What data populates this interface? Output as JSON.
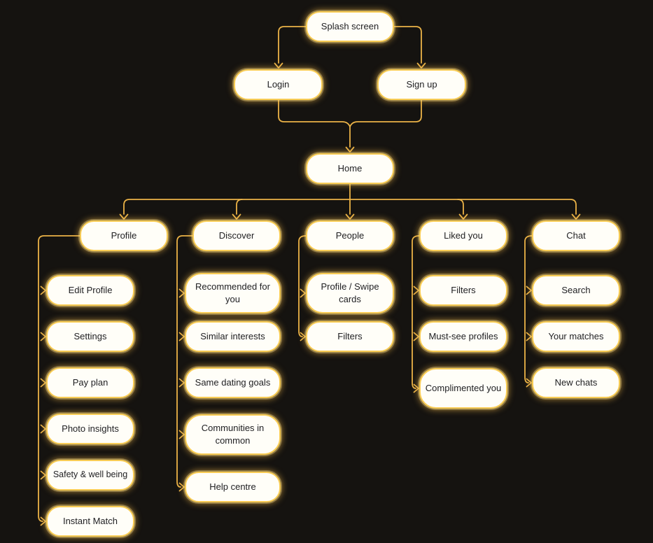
{
  "colors": {
    "background": "#151310",
    "connector": "#EBB347",
    "node_fill": "#FFFEF8",
    "node_border": "#F8CC55",
    "node_text": "#212124"
  },
  "nodes": {
    "splash_screen": {
      "label": "Splash screen"
    },
    "login": {
      "label": "Login"
    },
    "sign_up": {
      "label": "Sign up"
    },
    "home": {
      "label": "Home"
    },
    "profile": {
      "label": "Profile"
    },
    "discover": {
      "label": "Discover"
    },
    "people": {
      "label": "People"
    },
    "liked_you": {
      "label": "Liked you"
    },
    "chat": {
      "label": "Chat"
    },
    "edit_profile": {
      "label": "Edit Profile"
    },
    "settings": {
      "label": "Settings"
    },
    "pay_plan": {
      "label": "Pay plan"
    },
    "photo_insights": {
      "label": "Photo insights"
    },
    "safety_well_being": {
      "label": "Safety & well being"
    },
    "instant_match": {
      "label": "Instant Match"
    },
    "recommended_for_you": {
      "label": "Recommended for you"
    },
    "similar_interests": {
      "label": "Similar interests"
    },
    "same_dating_goals": {
      "label": "Same dating goals"
    },
    "communities_in_common": {
      "label": "Communities in common"
    },
    "help_centre": {
      "label": "Help centre"
    },
    "profile_swipe_cards": {
      "label": "Profile / Swipe cards"
    },
    "people_filters": {
      "label": "Filters"
    },
    "liked_you_filters": {
      "label": "Filters"
    },
    "must_see_profiles": {
      "label": "Must-see profiles"
    },
    "complimented_you": {
      "label": "Complimented you"
    },
    "search": {
      "label": "Search"
    },
    "your_matches": {
      "label": "Your matches"
    },
    "new_chats": {
      "label": "New chats"
    }
  },
  "edges": [
    [
      "splash_screen",
      "login"
    ],
    [
      "splash_screen",
      "sign_up"
    ],
    [
      "login",
      "home"
    ],
    [
      "sign_up",
      "home"
    ],
    [
      "home",
      "profile"
    ],
    [
      "home",
      "discover"
    ],
    [
      "home",
      "people"
    ],
    [
      "home",
      "liked_you"
    ],
    [
      "home",
      "chat"
    ],
    [
      "profile",
      "edit_profile"
    ],
    [
      "profile",
      "settings"
    ],
    [
      "profile",
      "pay_plan"
    ],
    [
      "profile",
      "photo_insights"
    ],
    [
      "profile",
      "safety_well_being"
    ],
    [
      "profile",
      "instant_match"
    ],
    [
      "discover",
      "recommended_for_you"
    ],
    [
      "discover",
      "similar_interests"
    ],
    [
      "discover",
      "same_dating_goals"
    ],
    [
      "discover",
      "communities_in_common"
    ],
    [
      "discover",
      "help_centre"
    ],
    [
      "people",
      "profile_swipe_cards"
    ],
    [
      "people",
      "people_filters"
    ],
    [
      "liked_you",
      "liked_you_filters"
    ],
    [
      "liked_you",
      "must_see_profiles"
    ],
    [
      "liked_you",
      "complimented_you"
    ],
    [
      "chat",
      "search"
    ],
    [
      "chat",
      "your_matches"
    ],
    [
      "chat",
      "new_chats"
    ]
  ]
}
